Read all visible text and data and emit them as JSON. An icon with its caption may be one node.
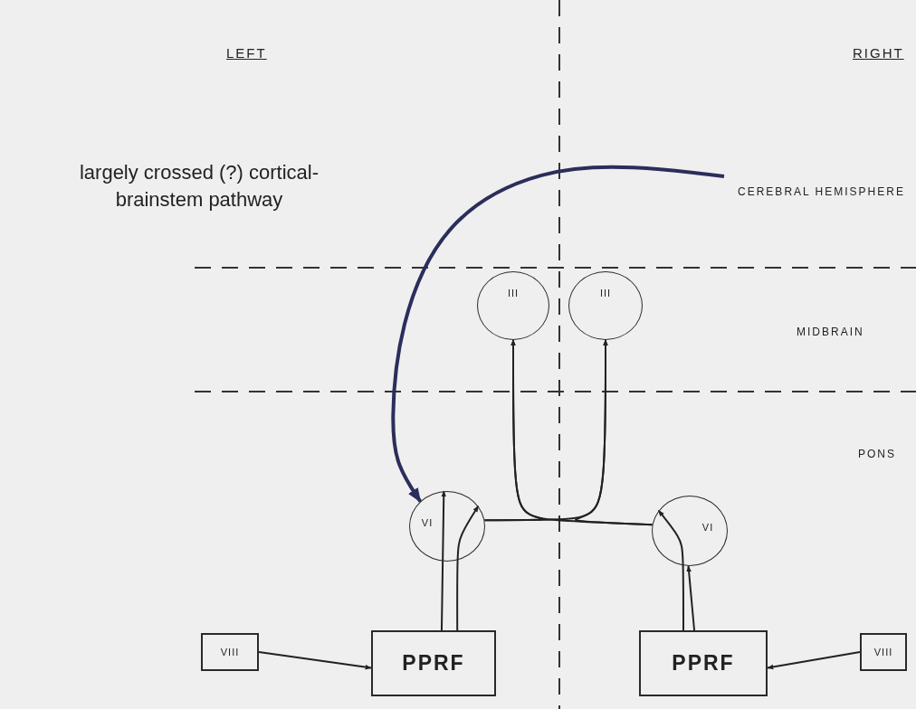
{
  "diagram": {
    "nodes": [
      {
        "text": [
          "III"
        ]
      },
      {
        "text": [
          "III"
        ]
      },
      {
        "text": [
          "VI"
        ]
      },
      {
        "text": [
          "VI"
        ]
      },
      {
        "text": [
          "VIII"
        ]
      },
      {
        "text": [
          "PPRF"
        ]
      },
      {
        "text": [
          "PPRF"
        ]
      },
      {
        "text": [
          "VIII"
        ]
      }
    ],
    "edges": [
      {
        "from": null,
        "to": 2,
        "arrow": "to",
        "style": "thick",
        "color": "#2b2d5c"
      },
      {
        "from": 5,
        "to": 2,
        "arrow": "to"
      },
      {
        "from": 5,
        "to": 2,
        "arrow": "to"
      },
      {
        "from": 6,
        "to": 3,
        "arrow": "to"
      },
      {
        "from": 6,
        "to": 3,
        "arrow": "to"
      },
      {
        "from": 4,
        "to": 5,
        "arrow": "to"
      },
      {
        "from": 7,
        "to": 6,
        "arrow": "to"
      },
      {
        "from": 2,
        "to": 0,
        "arrow": "to"
      },
      {
        "from": 2,
        "to": 1,
        "arrow": "to"
      },
      {
        "from": 3,
        "to": 0,
        "arrow": "to"
      },
      {
        "from": 3,
        "to": 1,
        "arrow": "to"
      }
    ],
    "labels": [
      "LEFT",
      "RIGHT",
      "largely crossed (?) cortical-brainstem pathway",
      "CEREBRAL HEMISPHERE",
      "MIDBRAIN",
      "PONS"
    ]
  }
}
